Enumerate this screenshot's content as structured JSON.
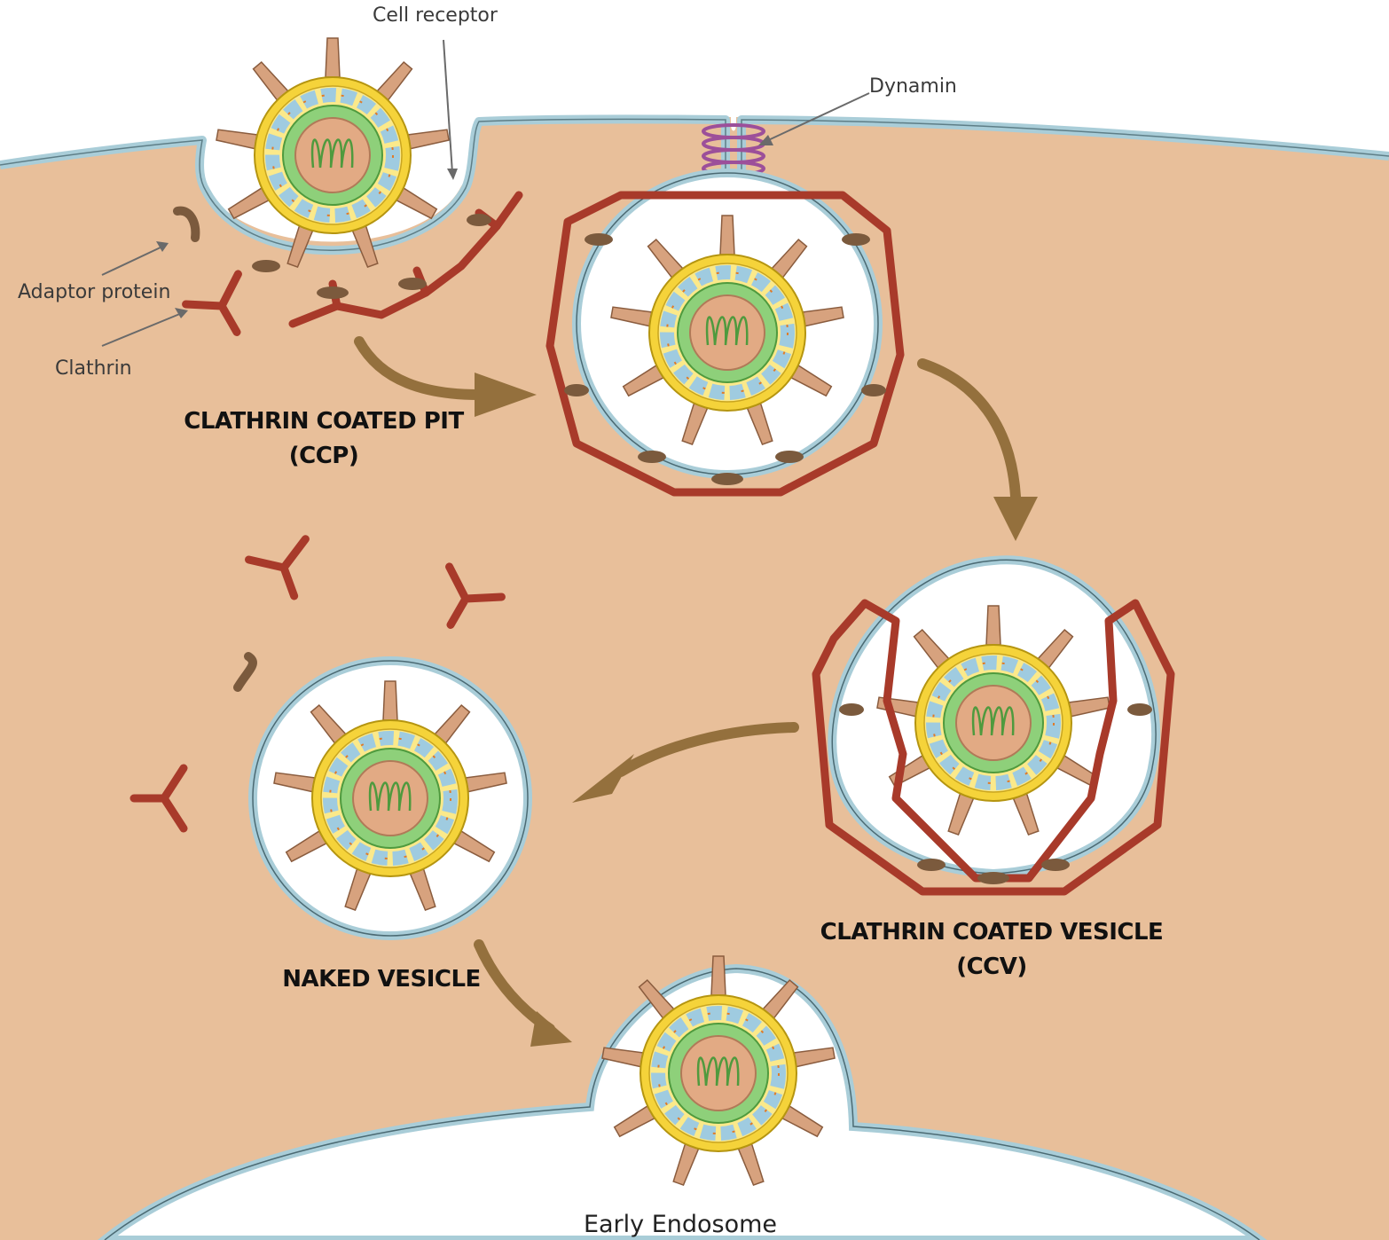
{
  "labels": {
    "cell_receptor": "Cell receptor",
    "dynamin": "Dynamin",
    "adaptor_protein": "Adaptor protein",
    "clathrin": "Clathrin",
    "ccp_title": "CLATHRIN COATED PIT",
    "ccp_abbr": "(CCP)",
    "ccv_title": "CLATHRIN COATED VESICLE",
    "ccv_abbr": "(CCV)",
    "naked_vesicle": "NAKED VESICLE",
    "early_endosome": "Early Endosome"
  },
  "colors": {
    "cytoplasm": "#e8bf9a",
    "membrane_fill": "#a9cdd8",
    "membrane_edge": "#4b6a73",
    "vesicle_lumen": "#ffffff",
    "clathrin": "#a83a2a",
    "adaptor": "#7b5a3d",
    "dynamin": "#9c4f9a",
    "virus_yellow": "#f5d33a",
    "virus_green": "#8ed07a",
    "virus_blue": "#9fcbe0",
    "virus_core": "#e2aa84",
    "spike": "#d7a27e",
    "arrow": "#94703d"
  }
}
